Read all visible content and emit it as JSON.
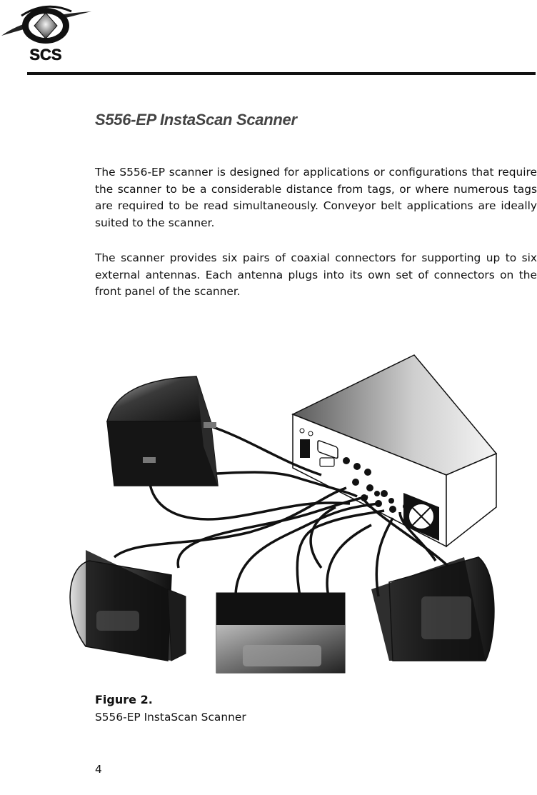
{
  "header": {
    "logo_text": "SCS"
  },
  "title": "S556-EP InstaScan Scanner",
  "paragraphs": [
    "The S556-EP scanner is designed for applications or configurations that require the scanner to be a considerable distance from tags, or where numerous tags are required to be read simultaneously.  Conveyor belt applications are ideally suited to the scanner.",
    "The scanner provides six pairs of coaxial connectors for supporting up to six external antennas.  Each antenna plugs into its own set of connectors on the front panel of the scanner."
  ],
  "figure": {
    "label": "Figure 2",
    "label_punct": ".",
    "caption": "S556-EP InstaScan Scanner"
  },
  "page_number": "4"
}
